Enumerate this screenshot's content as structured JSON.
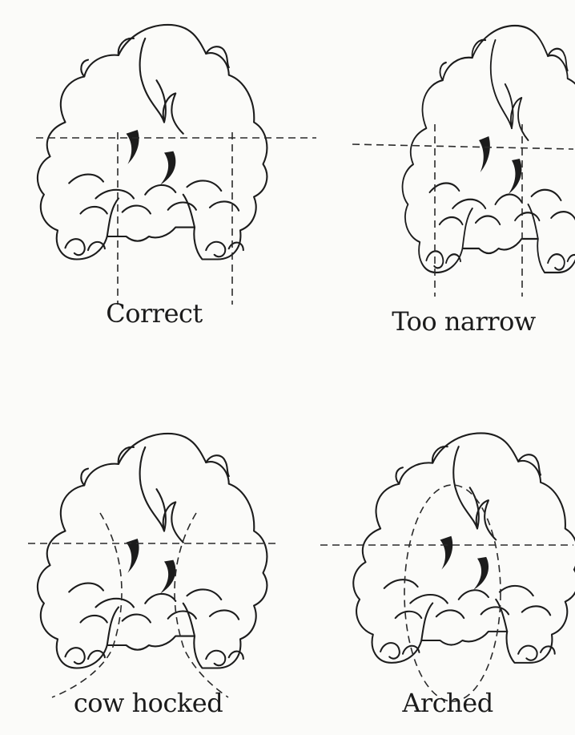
{
  "figure": {
    "panels": [
      {
        "id": "correct",
        "caption": "Correct",
        "guide": "vertical-lines"
      },
      {
        "id": "too-narrow",
        "caption": "Too narrow",
        "guide": "vertical-lines-close"
      },
      {
        "id": "cow-hocked",
        "caption": "cow hocked",
        "guide": "curves-inward"
      },
      {
        "id": "arched",
        "caption": "Arched",
        "guide": "oval"
      }
    ]
  }
}
